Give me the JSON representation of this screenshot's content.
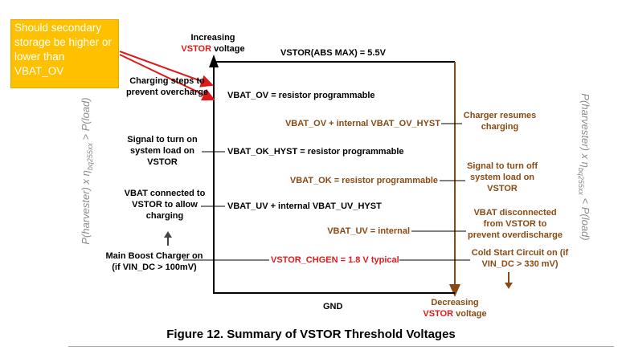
{
  "callout": {
    "text": "Should secondary storage be higher or lower than VBAT_OV"
  },
  "top": {
    "increasing_line1": "Increasing",
    "increasing_red": "VSTOR",
    "increasing_rest": " voltage",
    "abs_max": "VSTOR(ABS MAX) = 5.5V"
  },
  "bottom": {
    "gnd": "GND",
    "decreasing_line1": "Decreasing",
    "decreasing_red": "VSTOR",
    "decreasing_rest": " voltage"
  },
  "left_notes": {
    "charging_steps": "Charging steps to prevent overcharge",
    "signal_on": "Signal to turn on system load on VSTOR",
    "vbat_connected": "VBAT connected to VSTOR to allow charging",
    "main_boost": "Main Boost Charger on (if VIN_DC > 100mV)"
  },
  "left_levels": {
    "vbat_ov": "VBAT_OV = resistor programmable",
    "vbat_ok_hyst": "VBAT_OK_HYST = resistor programmable",
    "vbat_uv_hyst": "VBAT_UV + internal VBAT_UV_HYST"
  },
  "right_levels": {
    "vbat_ov_hyst": "VBAT_OV + internal VBAT_OV_HYST",
    "vbat_ok": "VBAT_OK = resistor programmable",
    "vbat_uv": "VBAT_UV = internal"
  },
  "right_notes": {
    "charger_resumes": "Charger resumes charging",
    "signal_off": "Signal to turn off system load on VSTOR",
    "vbat_disconnected": "VBAT disconnected from VSTOR to prevent overdischarge",
    "cold_start": "Cold Start Circuit on (if VIN_DC > 330 mV)"
  },
  "center": {
    "vstor_chgen": "VSTOR_CHGEN = 1.8 V typical"
  },
  "side_labels": {
    "left": "P(harvester) x η",
    "left_sub": "bq255xx",
    "left_rest": " > P(load)",
    "right": "P(harvester) x η",
    "right_sub": "bq255xx",
    "right_rest": "  < P(load)"
  },
  "caption": "Figure 12.  Summary of VSTOR Threshold Voltages",
  "colors": {
    "callout_bg": "#ffc000",
    "arrow_red": "#e01a1a",
    "brown": "#8a4a14",
    "black": "#000000"
  }
}
